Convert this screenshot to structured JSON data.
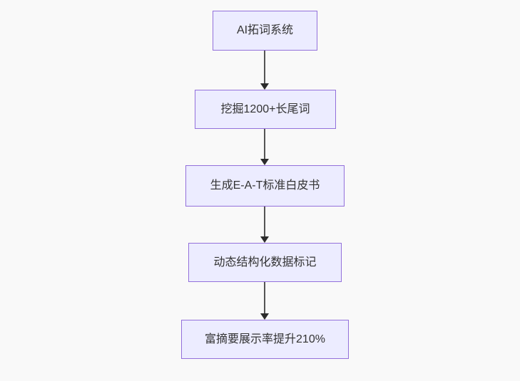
{
  "diagram": {
    "type": "flowchart",
    "direction": "top-down",
    "background_color": "#f9f9f9",
    "node_fill_color": "#ECECFF",
    "node_border_color": "#9370DB",
    "edge_color": "#555555",
    "arrowhead_color": "#2b2b2b",
    "text_color": "#333333",
    "nodes": [
      {
        "id": "step-1",
        "label": "AI拓词系统"
      },
      {
        "id": "step-2",
        "label": "挖掘1200+长尾词"
      },
      {
        "id": "step-3",
        "label": "生成E-A-T标准白皮书"
      },
      {
        "id": "step-4",
        "label": "动态结构化数据标记"
      },
      {
        "id": "step-5",
        "label": "富摘要展示率提升210%"
      }
    ],
    "edges": [
      {
        "from": "step-1",
        "to": "step-2",
        "style": "arrow-down"
      },
      {
        "from": "step-2",
        "to": "step-3",
        "style": "arrow-down"
      },
      {
        "from": "step-3",
        "to": "step-4",
        "style": "arrow-down"
      },
      {
        "from": "step-4",
        "to": "step-5",
        "style": "arrow-down"
      }
    ]
  }
}
